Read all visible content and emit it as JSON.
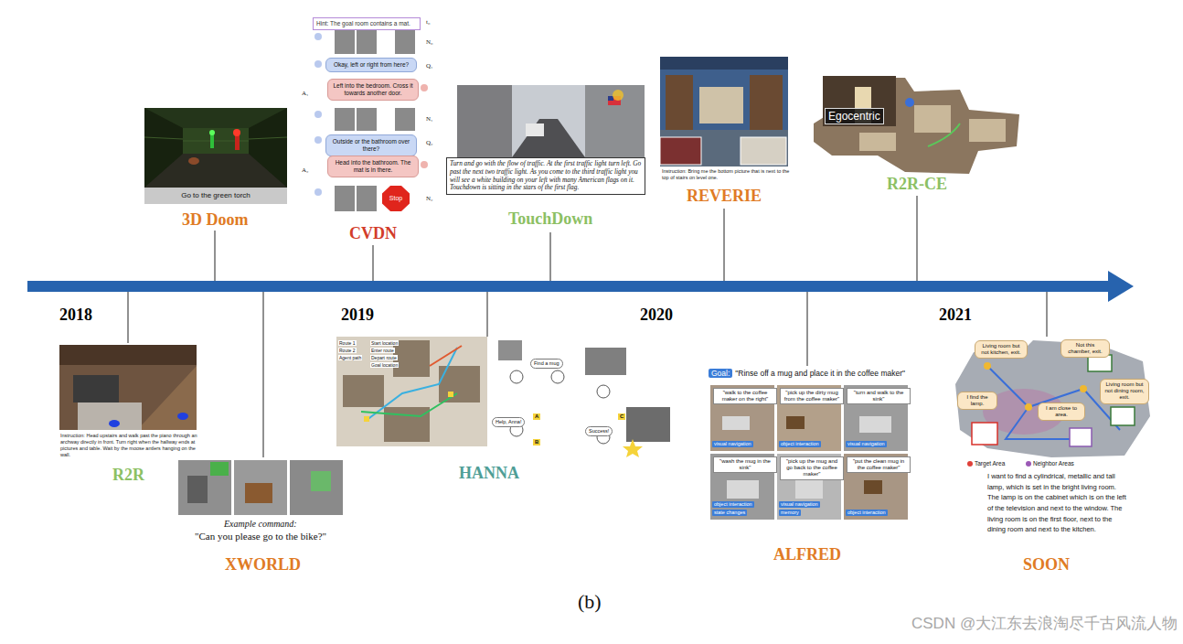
{
  "diagram": {
    "nodes": [
      {
        "text": [
          "Hint: The goal room contains a mat."
        ]
      },
      {
        "text": [
          "Okay, left or right from here?"
        ]
      },
      {
        "text": [
          "Left into the bedroom. Cross it towards another door."
        ]
      },
      {
        "text": [
          "Outside or the bathroom over there?"
        ]
      },
      {
        "text": [
          "Head into the bathroom. The mat is in there."
        ]
      },
      {
        "text": [
          "Stop"
        ]
      },
      {
        "text": [
          "Go to the green torch"
        ]
      },
      {
        "text": [
          "Turn and go with the flow of traffic. At the first traffic light turn left. Go past the next two traffic light. As you come to the third traffic light you will see a white building on your left with many American flags on it. Touchdown is sitting in the stars of the first flag."
        ]
      },
      {
        "text": [
          "Goal:",
          "\"Rinse off a mug and place it in the coffee maker\""
        ]
      },
      {
        "text": [
          "Egocentric"
        ]
      },
      {
        "text": [
          "Living room but not kitchen, exit."
        ]
      },
      {
        "text": [
          "Not this chamber, exit."
        ]
      },
      {
        "text": [
          "I find the lamp."
        ]
      },
      {
        "text": [
          "I am close to area."
        ]
      },
      {
        "text": [
          "Living room but not dining room, exit."
        ]
      },
      {
        "text": [
          "Find a mug"
        ]
      },
      {
        "text": [
          "Help, Anna!"
        ]
      },
      {
        "text": [
          "Success!"
        ]
      },
      {
        "text": [
          "visual navigation"
        ]
      },
      {
        "text": [
          "object interaction"
        ]
      },
      {
        "text": [
          "visual navigation"
        ]
      },
      {
        "text": [
          "object interaction"
        ]
      },
      {
        "text": [
          "state changes"
        ]
      },
      {
        "text": [
          "visual navigation"
        ]
      },
      {
        "text": [
          "memory"
        ]
      },
      {
        "text": [
          "object interaction"
        ]
      }
    ],
    "labels": [
      "2018",
      "2019",
      "2020",
      "2021",
      "3D Doom",
      "CVDN",
      "TouchDown",
      "REVERIE",
      "R2R-CE",
      "R2R",
      "XWORLD",
      "HANNA",
      "ALFRED",
      "SOON",
      "(b)",
      "CSDN @大江东去浪淘尽千古风流人物",
      "Instruction: Head upstairs and walk past the piano through an archway directly in front. Turn right when the hallway ends at pictures and table. Wait by the moose antlers hanging on the wall.",
      "Instruction: Bring me the bottom picture that is next to the top of stairs on level one.",
      "Example command:",
      "\"Can you please go to the bike?\"",
      "I want to find a cylindrical, metallic and tall lamp, which is set in the bright living room. The lamp is on the cabinet which is on the left of the television and next to the window. The living room is on the first floor, next to the dining room and next to the kitchen.",
      "\"walk to the coffee maker on the right\"",
      "\"pick up the dirty mug from the coffee maker\"",
      "\"turn and walk to the sink\"",
      "\"wash the mug in the sink\"",
      "\"pick up the mug and go back to the coffee maker\"",
      "\"put the clean mug in the coffee maker\"",
      "t₀",
      "N₀",
      "Q₁",
      "A₁",
      "N₁",
      "Q₂",
      "A₂",
      "N₂",
      "Route 1",
      "Route 2",
      "Agent path",
      "Start location",
      "Enter route",
      "Depart route",
      "Goal location",
      "A",
      "B",
      "C"
    ],
    "legend": [
      {
        "text": "Target Area",
        "color": "#e0413a"
      },
      {
        "text": "Neighbor Areas",
        "color": "#9b59b6"
      }
    ]
  }
}
